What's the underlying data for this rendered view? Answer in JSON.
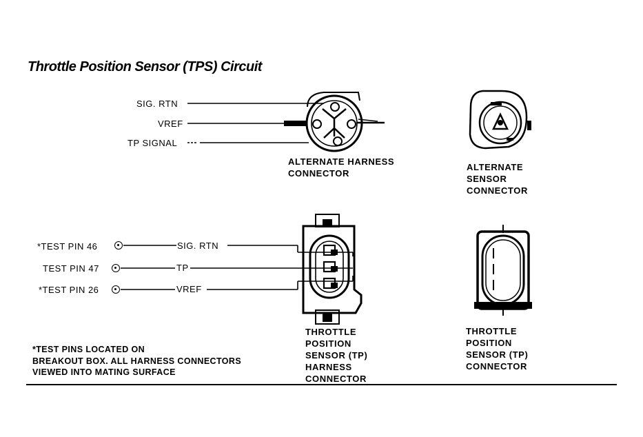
{
  "title": "Throttle Position Sensor (TPS) Circuit",
  "alt_harness": {
    "pins": [
      "SIG. RTN",
      "VREF",
      "TP SIGNAL"
    ],
    "caption": [
      "ALTERNATE HARNESS",
      "CONNECTOR"
    ]
  },
  "alt_sensor": {
    "caption": [
      "ALTERNATE",
      "SENSOR",
      "CONNECTOR"
    ]
  },
  "test_pins": [
    {
      "label": "*TEST PIN 46",
      "signal": "SIG. RTN"
    },
    {
      "label": "TEST PIN 47",
      "signal": "TP"
    },
    {
      "label": "*TEST PIN 26",
      "signal": "VREF"
    }
  ],
  "tp_harness": {
    "caption": [
      "THROTTLE",
      "POSITION",
      "SENSOR (TP)",
      "HARNESS",
      "CONNECTOR"
    ]
  },
  "tp_sensor": {
    "caption": [
      "THROTTLE",
      "POSITION",
      "SENSOR (TP)",
      "CONNECTOR"
    ]
  },
  "note": [
    "*TEST PINS LOCATED ON",
    "BREAKOUT BOX. ALL HARNESS CONNECTORS",
    "VIEWED INTO MATING SURFACE"
  ],
  "colors": {
    "ink": "#000000",
    "background": "#ffffff"
  }
}
